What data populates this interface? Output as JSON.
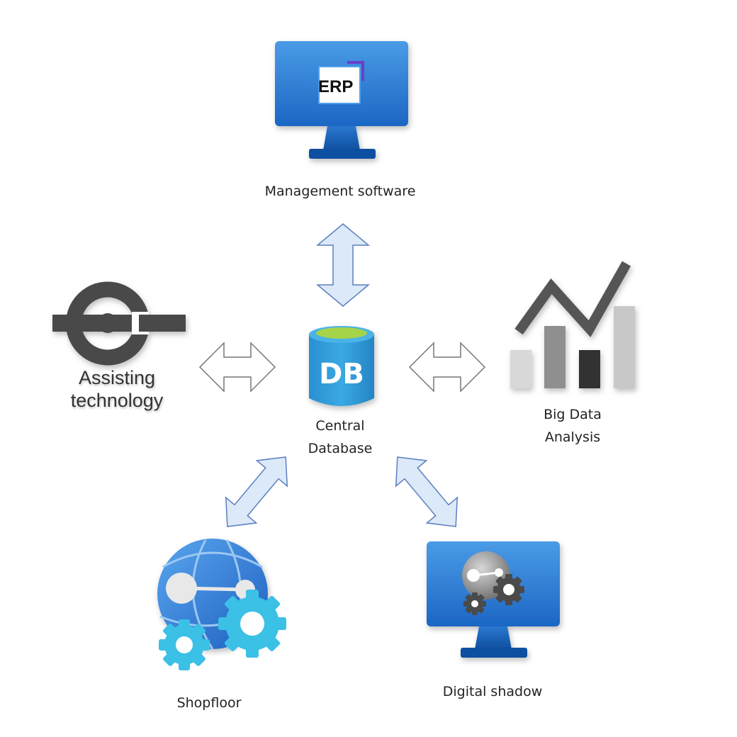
{
  "nodes": {
    "management": {
      "label": "Management software",
      "icon": "erp-monitor-icon",
      "icon_text": "ERP"
    },
    "central": {
      "label_lines": [
        "Central",
        "Database"
      ],
      "icon": "database-icon",
      "icon_text": "DB"
    },
    "bigdata": {
      "label_lines": [
        "Big Data",
        "Analysis"
      ],
      "icon": "bar-chart-trend-icon"
    },
    "assisting": {
      "label_lines": [
        "Assisting",
        "technology"
      ],
      "icon": "connector-plug-icon"
    },
    "shopfloor": {
      "label": "Shopfloor",
      "icon": "globe-gears-icon"
    },
    "digital_shadow": {
      "label": "Digital shadow",
      "icon": "monitor-globe-gears-icon"
    }
  },
  "connections": [
    {
      "from": "central",
      "to": "management",
      "style": "double-arrow-blue"
    },
    {
      "from": "central",
      "to": "assisting",
      "style": "double-arrow-outline"
    },
    {
      "from": "central",
      "to": "bigdata",
      "style": "double-arrow-outline"
    },
    {
      "from": "central",
      "to": "shopfloor",
      "style": "double-arrow-blue"
    },
    {
      "from": "central",
      "to": "digital_shadow",
      "style": "double-arrow-blue"
    }
  ],
  "colors": {
    "monitor_blue_top": "#3d8ee0",
    "monitor_blue_bottom": "#1f6bc8",
    "arrow_blue_fill": "#dce9f8",
    "arrow_blue_stroke": "#5b7fbf",
    "arrow_outline_stroke": "#777777",
    "db_top": "#8cc63f",
    "db_body": "#2f9fd8",
    "gear_cyan": "#3bc0e6",
    "chart_dark": "#333333",
    "chart_mid": "#8f8f8f",
    "chart_light": "#c8c8c8",
    "plug_gray": "#4a4a4a"
  }
}
